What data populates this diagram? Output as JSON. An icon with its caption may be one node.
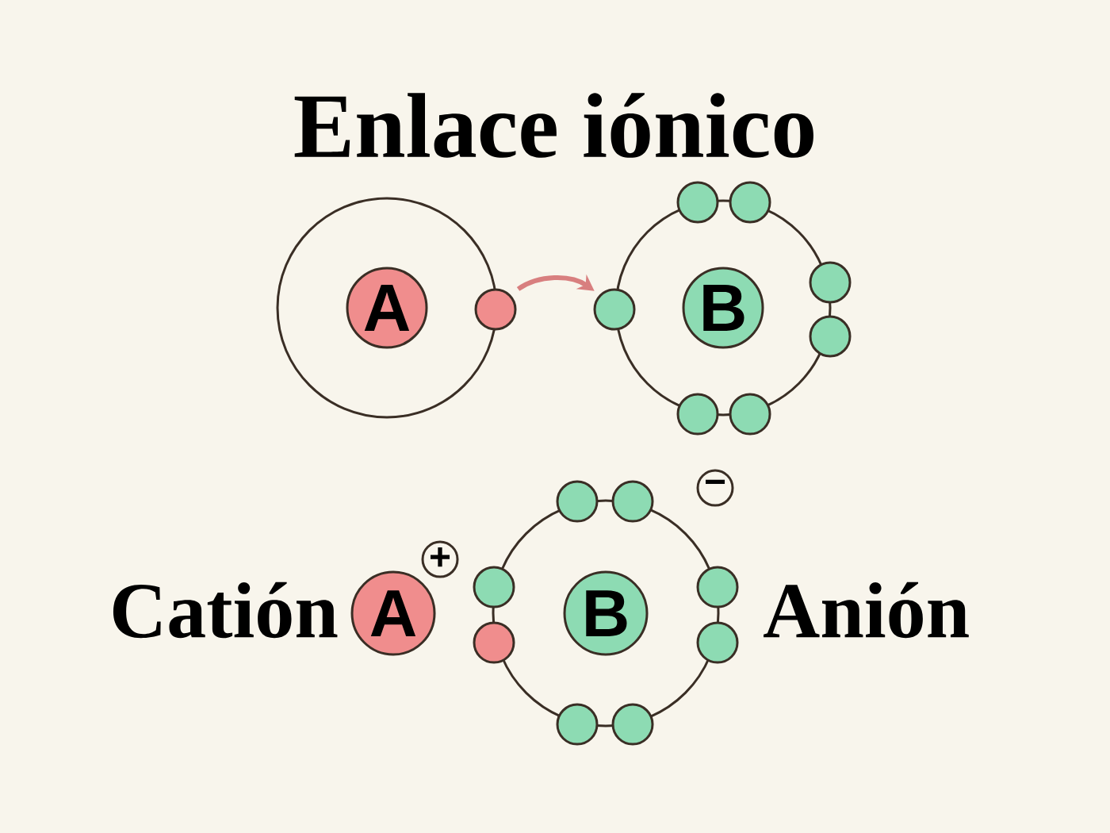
{
  "diagram": {
    "title": "Enlace iónico",
    "nodes": [
      {
        "text": [
          "A"
        ]
      },
      {
        "text": [],
        "shape": "circle"
      },
      {
        "text": [],
        "shape": "circle"
      },
      {
        "text": [
          "B"
        ]
      },
      {
        "text": [],
        "shape": "circle"
      },
      {
        "text": [],
        "shape": "circle"
      },
      {
        "text": [],
        "shape": "circle"
      },
      {
        "text": [],
        "shape": "circle"
      },
      {
        "text": [],
        "shape": "circle"
      },
      {
        "text": [],
        "shape": "circle"
      },
      {
        "text": [
          "A"
        ],
        "beside": [
          "Catión",
          "+"
        ]
      },
      {
        "text": [
          "B"
        ]
      },
      {
        "text": [],
        "shape": "circle"
      },
      {
        "text": [],
        "shape": "circle"
      },
      {
        "text": [],
        "shape": "circle"
      },
      {
        "text": [],
        "shape": "circle"
      },
      {
        "text": [],
        "shape": "circle"
      },
      {
        "text": [],
        "shape": "circle"
      },
      {
        "text": [],
        "shape": "circle"
      },
      {
        "text": [],
        "shape": "circle"
      }
    ],
    "edges": [
      {
        "from": 1,
        "to": 2,
        "arrow": "to"
      }
    ],
    "labels": [
      "−",
      "Anión"
    ]
  }
}
